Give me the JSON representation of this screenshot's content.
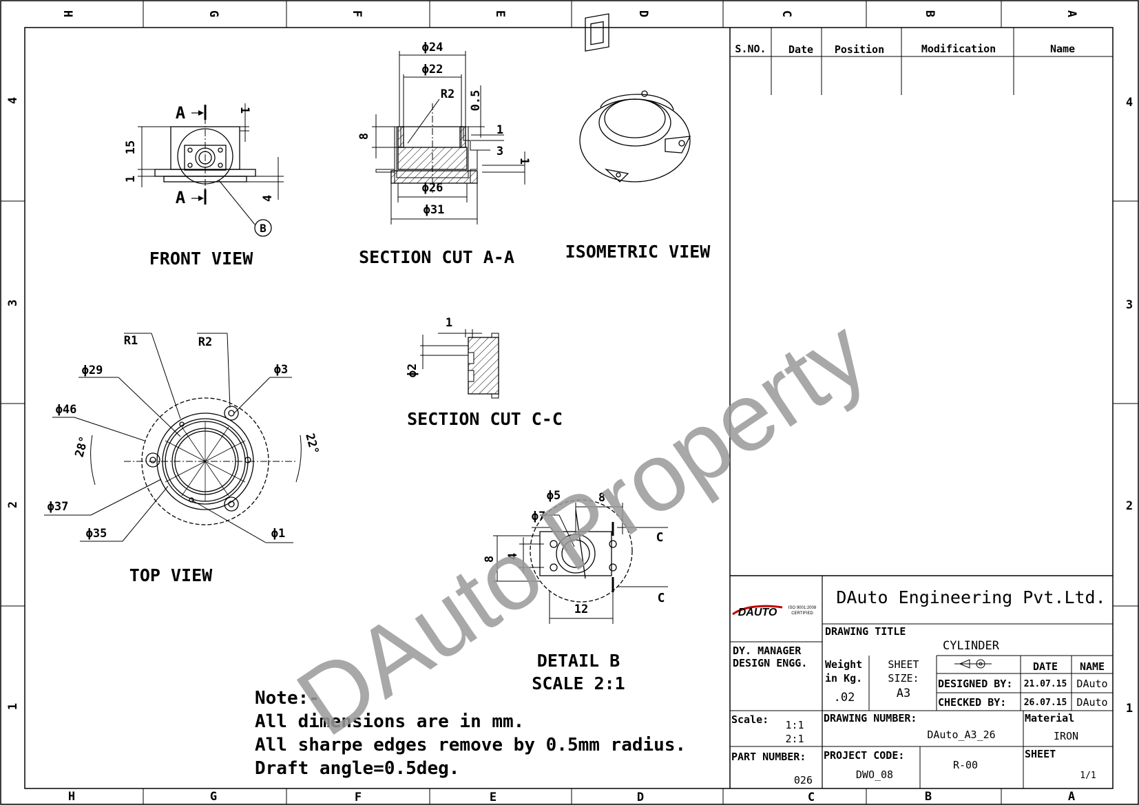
{
  "border": {
    "columns": [
      "H",
      "G",
      "F",
      "E",
      "D",
      "C",
      "B",
      "A"
    ],
    "rows": [
      "4",
      "3",
      "2",
      "1"
    ]
  },
  "revision_table": {
    "headers": [
      "S.NO.",
      "Date",
      "Position",
      "Modification",
      "Name"
    ]
  },
  "views": {
    "front": {
      "title": "FRONT VIEW",
      "section_label": "A",
      "detail_label": "B",
      "dims": [
        "15",
        "1",
        "1",
        "4"
      ]
    },
    "section_aa": {
      "title": "SECTION CUT A-A",
      "dims": [
        "ϕ24",
        "ϕ22",
        "R2",
        "0.5",
        "8",
        "1",
        "3",
        "1",
        "ϕ26",
        "ϕ31"
      ]
    },
    "isometric": {
      "title": "ISOMETRIC VIEW"
    },
    "section_cc": {
      "title": "SECTION CUT C-C",
      "dims": [
        "1",
        "ϕ2"
      ]
    },
    "top": {
      "title": "TOP VIEW",
      "dims": [
        "R1",
        "R2",
        "ϕ29",
        "ϕ3",
        "ϕ46",
        "28°",
        "22°",
        "ϕ37",
        "ϕ35",
        "ϕ1"
      ]
    },
    "detail_b": {
      "title_line1": "DETAIL B",
      "title_line2": "SCALE 2:1",
      "section_label": "C",
      "dims": [
        "ϕ5",
        "8",
        "ϕ7",
        "8",
        "4",
        "12"
      ]
    }
  },
  "notes": {
    "heading": "Note:-",
    "lines": [
      "All dimensions are in mm.",
      "All sharpe edges remove by 0.5mm radius.",
      "Draft angle=0.5deg."
    ]
  },
  "title_block": {
    "company": "DAuto Engineering Pvt.Ltd.",
    "logo_text": "DAUTO",
    "iso_text": "ISO 9001:2008",
    "certified_text": "CERTIFIED",
    "drawing_title_label": "DRAWING TITLE",
    "drawing_title": "CYLINDER",
    "manager_label": "DY. MANAGER",
    "design_label": "DESIGN ENGG.",
    "weight_label1": "Weight",
    "weight_label2": "in Kg.",
    "weight_value": ".02",
    "sheet_size_label1": "SHEET",
    "sheet_size_label2": "SIZE:",
    "sheet_size_value": "A3",
    "date_header": "DATE",
    "name_header": "NAME",
    "designed_by_label": "DESIGNED BY:",
    "designed_date": "21.07.15",
    "designed_name": "DAuto",
    "checked_by_label": "CHECKED BY:",
    "checked_date": "26.07.15",
    "checked_name": "DAuto",
    "scale_label": "Scale:",
    "scale_values": [
      "1:1",
      "2:1"
    ],
    "drawing_number_label": "DRAWING NUMBER:",
    "drawing_number": "DAuto_A3_26",
    "material_label": "Material",
    "material": "IRON",
    "part_number_label": "PART NUMBER:",
    "part_number": "026",
    "project_code_label": "PROJECT CODE:",
    "project_code": "DWO_08",
    "revision": "R-00",
    "sheet_label": "SHEET",
    "sheet_value": "1/1"
  },
  "watermark": "DAuto Property"
}
